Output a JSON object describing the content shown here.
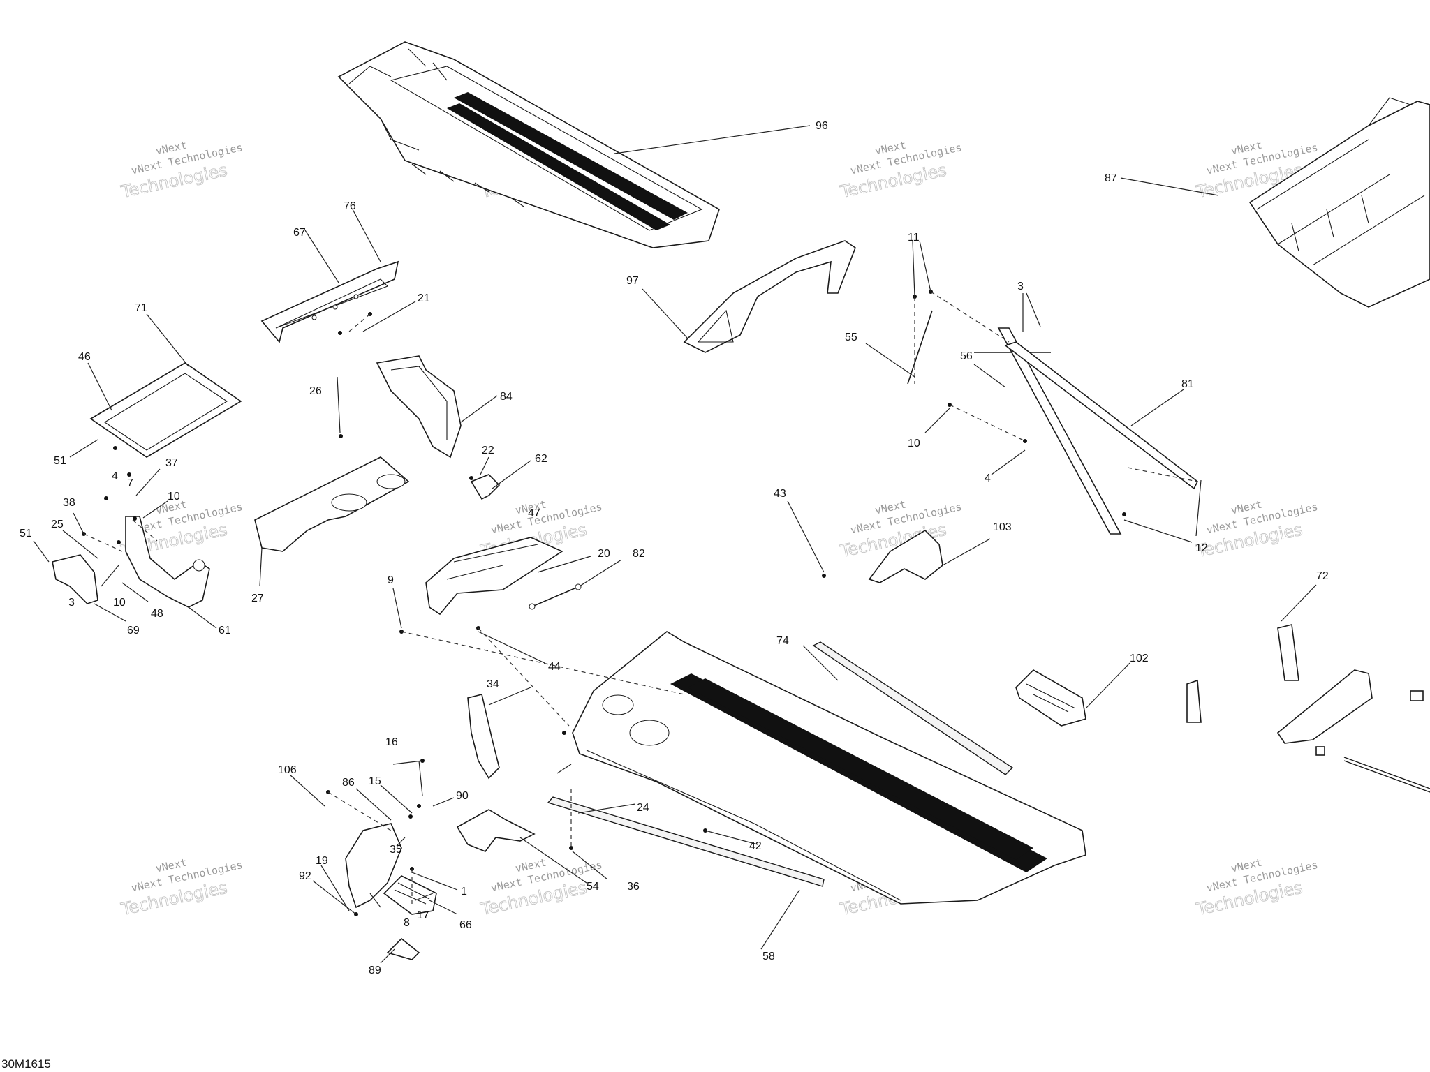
{
  "figure_code": "30M1615",
  "watermark": {
    "line1": "vNext",
    "line2": "vNext Technologies",
    "line3": "Technologies"
  },
  "callouts": [
    "96",
    "87",
    "76",
    "67",
    "21",
    "71",
    "46",
    "51",
    "4",
    "7",
    "37",
    "10",
    "38",
    "25",
    "51",
    "3",
    "10",
    "48",
    "69",
    "61",
    "26",
    "27",
    "84",
    "22",
    "62",
    "47",
    "20",
    "82",
    "9",
    "44",
    "97",
    "11",
    "55",
    "56",
    "3",
    "81",
    "10",
    "4",
    "43",
    "103",
    "12",
    "72",
    "74",
    "102",
    "34",
    "16",
    "106",
    "86",
    "15",
    "90",
    "35",
    "24",
    "42",
    "54",
    "36",
    "19",
    "92",
    "1",
    "8",
    "17",
    "66",
    "89",
    "58"
  ]
}
